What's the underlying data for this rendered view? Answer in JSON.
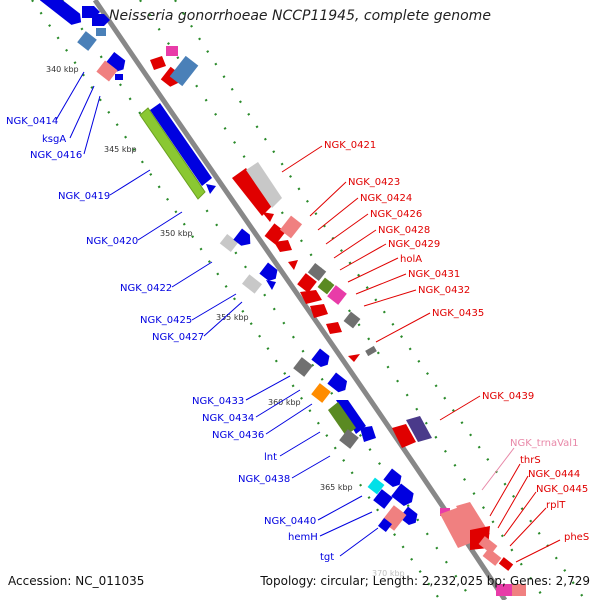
{
  "title": "Neisseria gonorrhoeae NCCP11945, complete genome",
  "footer": {
    "accession": "Accession: NC_011035",
    "topology": "Topology: circular; Length: 2,232,025 bp; Genes: 2,729"
  },
  "scale_labels": [
    "340 kbp",
    "345 kbp",
    "350 kbp",
    "355 kbp",
    "360 kbp",
    "365 kbp",
    "370 kbp"
  ],
  "left_labels": [
    "NGK_0414",
    "ksgA",
    "NGK_0416",
    "NGK_0419",
    "NGK_0420",
    "NGK_0422",
    "NGK_0425",
    "NGK_0427",
    "NGK_0433",
    "NGK_0434",
    "NGK_0436",
    "lnt",
    "NGK_0438",
    "NGK_0440",
    "hemH",
    "tgt"
  ],
  "right_labels": [
    "NGK_0421",
    "NGK_0423",
    "NGK_0424",
    "NGK_0426",
    "NGK_0428",
    "NGK_0429",
    "holA",
    "NGK_0431",
    "NGK_0432",
    "NGK_0435",
    "NGK_0439",
    "NGK_trnaVal1",
    "thrS",
    "NGK_0444",
    "NGK_0445",
    "rplT",
    "pheS"
  ],
  "colors": {
    "forward": "#e00000",
    "reverse": "#0000e0",
    "trna": "#e888a8",
    "backbone": "#8a8a8a"
  }
}
